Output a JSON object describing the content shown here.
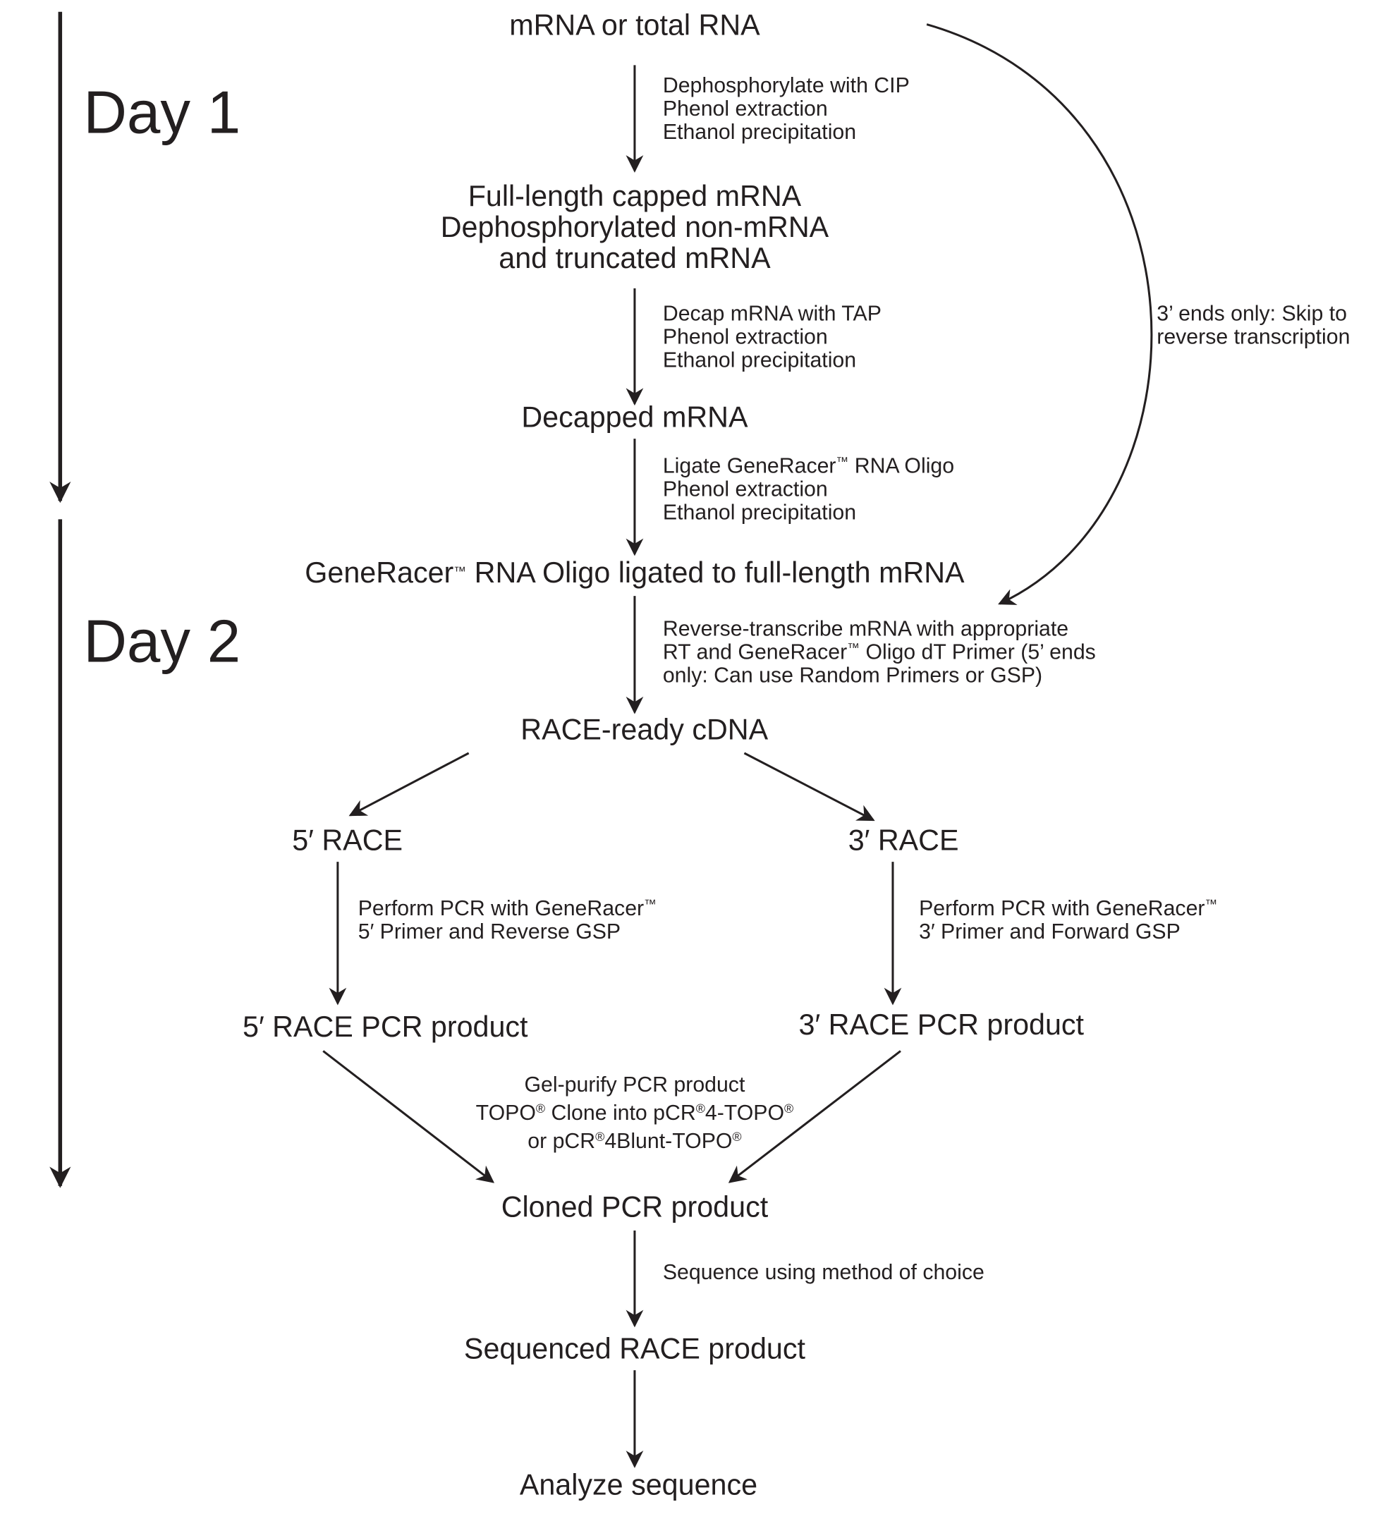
{
  "days": {
    "day1": "Day 1",
    "day2": "Day 2"
  },
  "steps": {
    "start": "mRNA or total RNA",
    "capped": [
      "Full-length capped mRNA",
      "Dephosphorylated non-mRNA",
      "and truncated mRNA"
    ],
    "decapped": "Decapped mRNA",
    "ligated": {
      "a": "GeneRacer",
      "tm": "™",
      "b": " RNA Oligo ligated to full-length mRNA"
    },
    "cdna": "RACE-ready cDNA",
    "race5": "5′ RACE",
    "race3": "3′ RACE",
    "pcr5": "5′ RACE PCR product",
    "pcr3": "3′ RACE PCR product",
    "cloned": "Cloned PCR product",
    "sequenced": "Sequenced RACE product",
    "analyze": "Analyze sequence"
  },
  "notes": {
    "dephos": [
      "Dephosphorylate with CIP",
      "Phenol extraction",
      "Ethanol precipitation"
    ],
    "decap": [
      "Decap mRNA with TAP",
      "Phenol extraction",
      "Ethanol precipitation"
    ],
    "ligate": {
      "l1a": "Ligate GeneRacer",
      "tm": "™",
      "l1b": " RNA Oligo",
      "l2": "Phenol extraction",
      "l3": "Ethanol precipitation"
    },
    "rt": {
      "l1": "Reverse-transcribe mRNA  with appropriate",
      "l2a": "RT and GeneRacer",
      "tm": "™",
      "l2b": " Oligo dT Primer (5’ ends",
      "l3": "only: Can use Random Primers or GSP)"
    },
    "pcr5": {
      "l1a": "Perform PCR with GeneRacer",
      "tm": "™",
      "l2": "5′ Primer and Reverse GSP"
    },
    "pcr3": {
      "l1a": "Perform PCR with GeneRacer",
      "tm": "™",
      "l2": "3′ Primer and Forward GSP"
    },
    "gel": {
      "l1": "Gel-purify PCR product",
      "l2a": "TOPO",
      "r": "®",
      "l2b": " Clone into pCR",
      "l2c": "4-TOPO",
      "l3a": "or pCR",
      "l3b": "4Blunt-TOPO"
    },
    "sequence": "Sequence using method of choice",
    "skip": [
      "3’ ends only: Skip to",
      "reverse transcription"
    ]
  }
}
